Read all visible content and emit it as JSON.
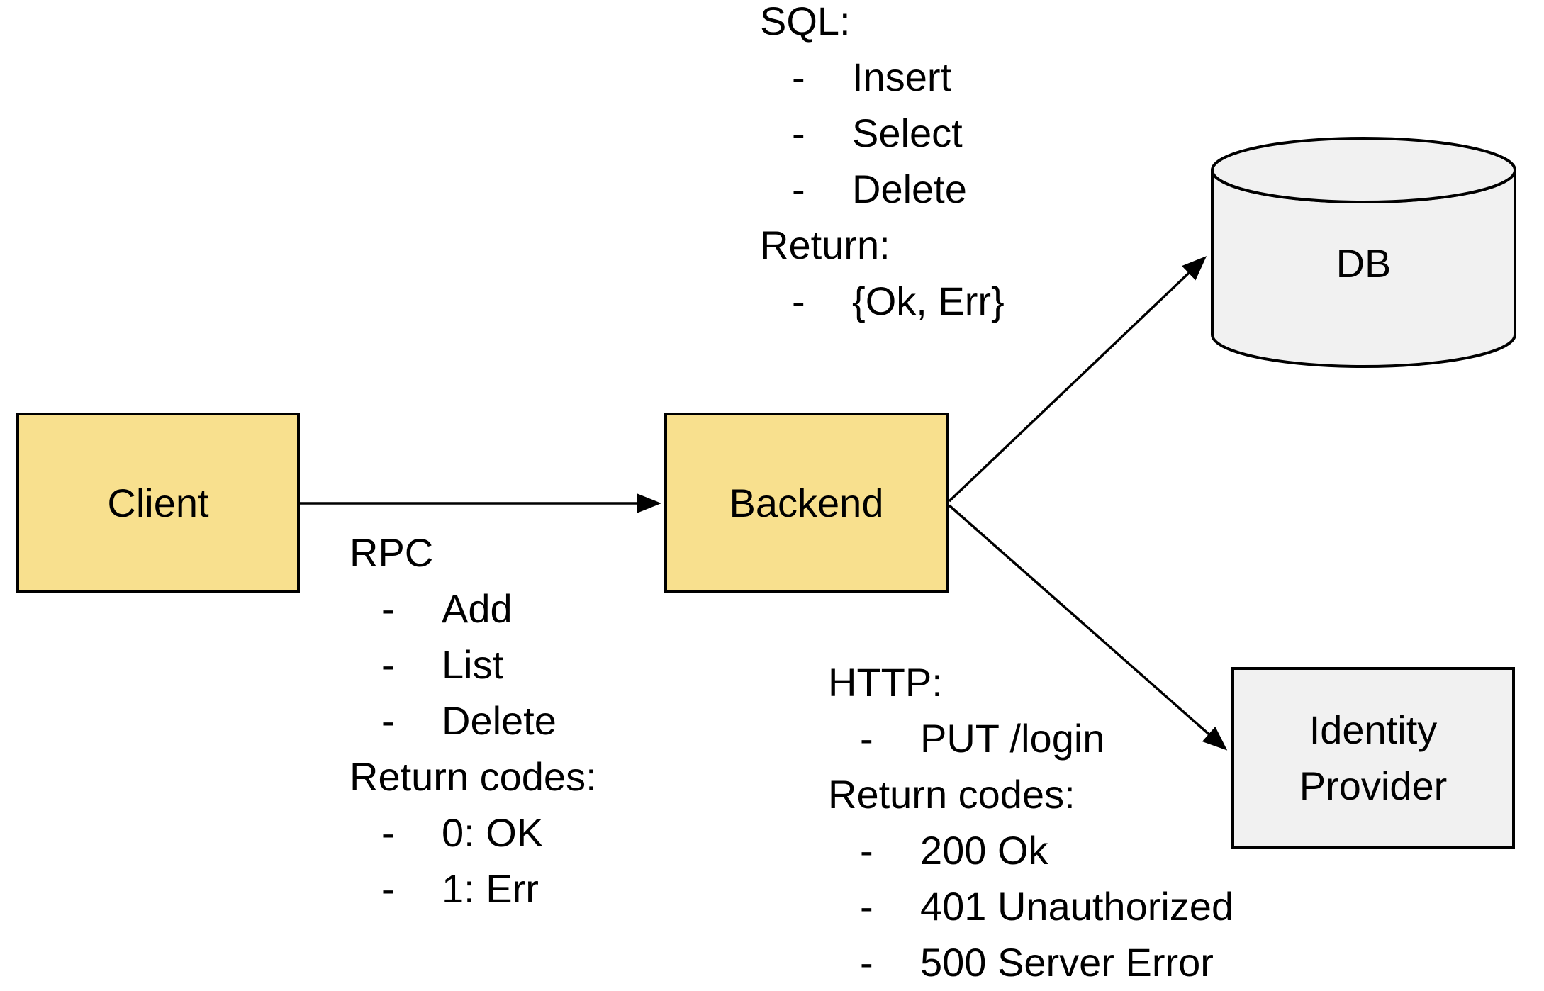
{
  "diagram": {
    "bullet": "-",
    "colors": {
      "node_yellow": "#F8E08E",
      "node_gray": "#F1F1F1",
      "stroke": "#000000",
      "background": "#FFFFFF"
    },
    "nodes": {
      "client": {
        "label": "Client"
      },
      "backend": {
        "label": "Backend"
      },
      "db": {
        "label": "DB"
      },
      "identity_provider": {
        "label_line1": "Identity",
        "label_line2": "Provider"
      }
    },
    "annotations": {
      "sql": {
        "title": "SQL:",
        "items": [
          "Insert",
          "Select",
          "Delete"
        ],
        "subtitle": "Return:",
        "sub_items": [
          "{Ok, Err}"
        ]
      },
      "rpc": {
        "title": "RPC",
        "items": [
          "Add",
          "List",
          "Delete"
        ],
        "subtitle": "Return codes:",
        "sub_items": [
          "0: OK",
          "1: Err"
        ]
      },
      "http": {
        "title": "HTTP:",
        "items": [
          "PUT /login"
        ],
        "subtitle": "Return codes:",
        "sub_items": [
          "200 Ok",
          "401 Unauthorized",
          "500 Server Error"
        ]
      }
    }
  }
}
